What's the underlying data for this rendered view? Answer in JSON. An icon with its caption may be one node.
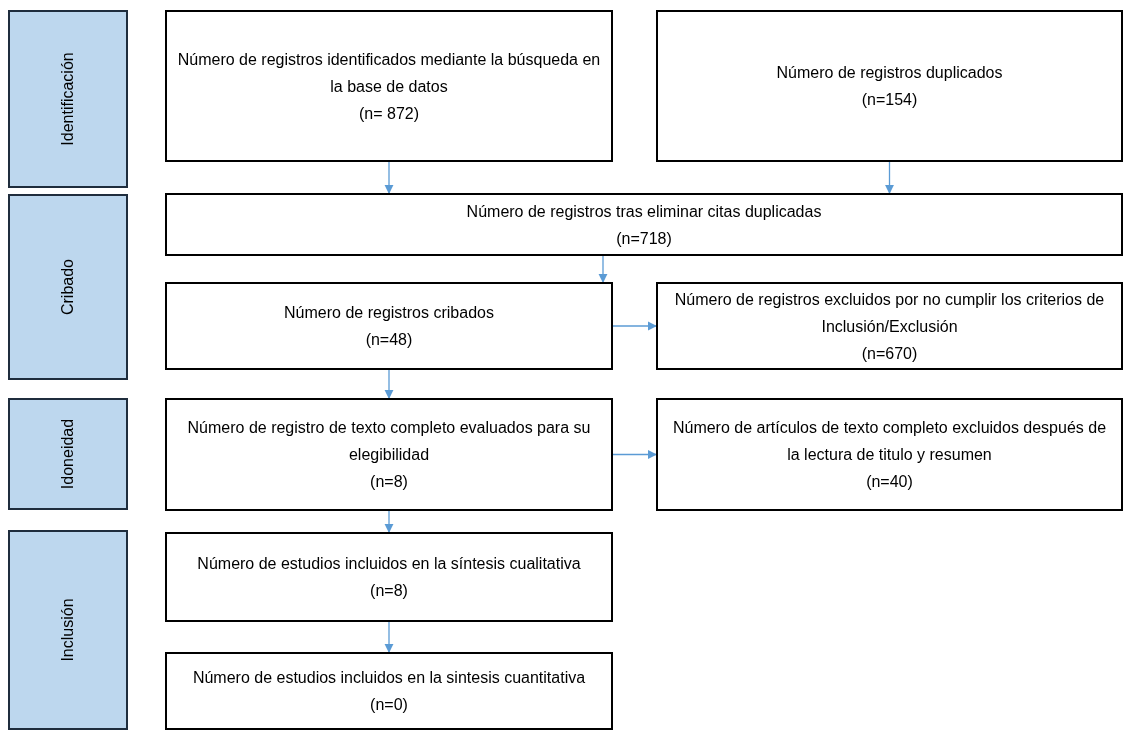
{
  "diagram": {
    "nodes": [
      {
        "text": [
          "Identificación"
        ]
      },
      {
        "text": [
          "Número de registros identificados mediante la búsqueda en la base de datos",
          "(n= 872)"
        ]
      },
      {
        "text": [
          "Número de registros duplicados",
          "(n=154)"
        ]
      },
      {
        "text": [
          "Cribado"
        ]
      },
      {
        "text": [
          "Número de registros tras eliminar citas duplicadas",
          "(n=718)"
        ]
      },
      {
        "text": [
          "Número de registros cribados",
          "(n=48)"
        ]
      },
      {
        "text": [
          "Número de registros excluidos por no cumplir los criterios de Inclusión/Exclusión",
          "(n=670)"
        ]
      },
      {
        "text": [
          "Idoneidad"
        ]
      },
      {
        "text": [
          "Número de registro de texto completo evaluados para su elegibilidad",
          "(n=8)"
        ]
      },
      {
        "text": [
          "Número de artículos de texto completo excluidos después de la lectura de titulo y resumen",
          "(n=40)"
        ]
      },
      {
        "text": [
          "Inclusión"
        ]
      },
      {
        "text": [
          "Número de estudios incluidos en la síntesis cualitativa",
          "(n=8)"
        ]
      },
      {
        "text": [
          "Número de estudios incluidos en la sintesis cuantitativa",
          "(n=0)"
        ]
      }
    ],
    "edges": [
      {
        "from": 1,
        "to": 4,
        "arrow": "to"
      },
      {
        "from": 2,
        "to": 4,
        "arrow": "to"
      },
      {
        "from": 4,
        "to": 5,
        "arrow": "to"
      },
      {
        "from": 5,
        "to": 6,
        "arrow": "to"
      },
      {
        "from": 5,
        "to": 8,
        "arrow": "to"
      },
      {
        "from": 8,
        "to": 9,
        "arrow": "to"
      },
      {
        "from": 8,
        "to": 11,
        "arrow": "to"
      },
      {
        "from": 11,
        "to": 12,
        "arrow": "to"
      }
    ]
  }
}
